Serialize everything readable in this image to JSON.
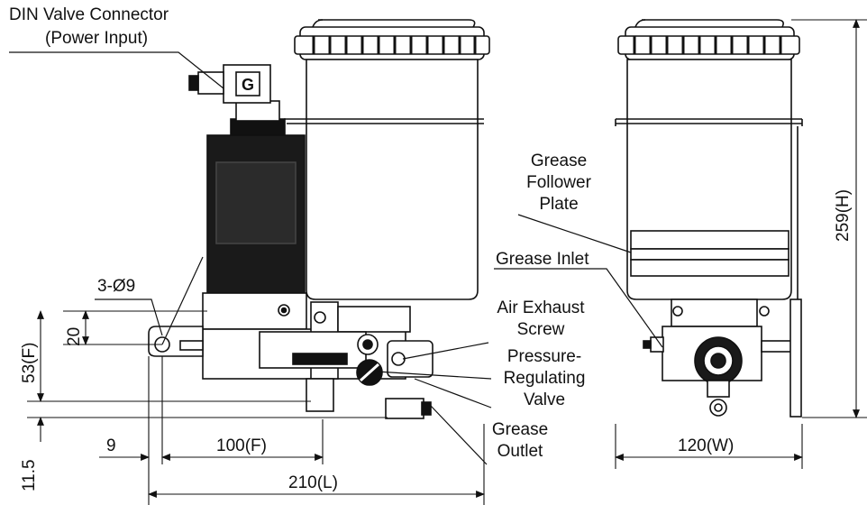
{
  "labels": {
    "din_connector_line1": "DIN Valve Connector",
    "din_connector_line2": "(Power Input)",
    "grease_follower_line1": "Grease",
    "grease_follower_line2": "Follower",
    "grease_follower_line3": "Plate",
    "grease_inlet": "Grease Inlet",
    "air_exhaust_line1": "Air Exhaust",
    "air_exhaust_line2": "Screw",
    "pressure_line1": "Pressure-",
    "pressure_line2": "Regulating",
    "pressure_line3": "Valve",
    "grease_outlet_line1": "Grease",
    "grease_outlet_line2": "Outlet"
  },
  "dimensions": {
    "holes": "3-Ø9",
    "dim_20": "20",
    "dim_53f": "53(F)",
    "dim_11_5": "11.5",
    "dim_9": "9",
    "dim_100f": "100(F)",
    "dim_210l": "210(L)",
    "dim_120w": "120(W)",
    "dim_259h": "259(H)"
  },
  "colors": {
    "ink": "#111111",
    "body_dark": "#1a1a1a",
    "paper": "#ffffff"
  }
}
